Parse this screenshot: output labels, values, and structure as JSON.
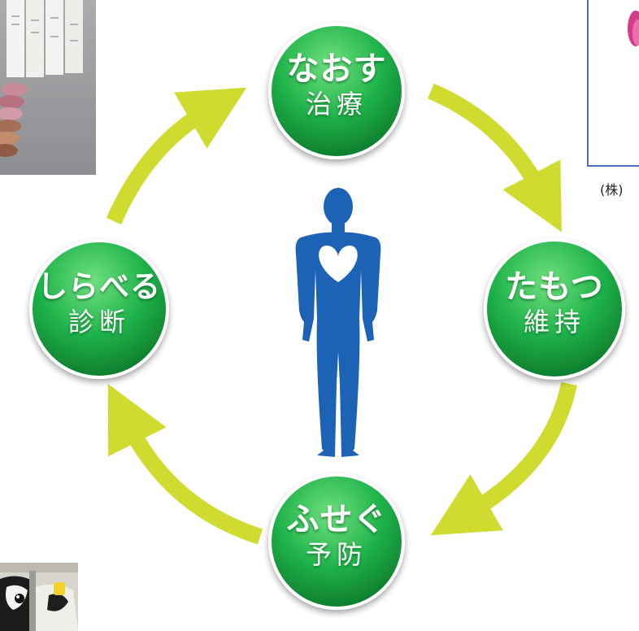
{
  "colors": {
    "circle_light": "#6fe07f",
    "circle_mid": "#1fb24a",
    "circle_dark": "#0d7a2c",
    "arrow": "#cfdc2f",
    "body": "#1d63b5",
    "heart": "#ffffff",
    "frame_blue": "#4a72c4"
  },
  "cycle": {
    "top": {
      "hira": "なおす",
      "kanji": "治療"
    },
    "right": {
      "hira": "たもつ",
      "kanji": "維持"
    },
    "bottom": {
      "hira": "ふせぐ",
      "kanji": "予防"
    },
    "left": {
      "hira": "しらべる",
      "kanji": "診断"
    }
  },
  "icons": {
    "center": "human-body-heart-icon",
    "arrows": "curved-arrow-icon"
  },
  "company_mark": "(株)"
}
